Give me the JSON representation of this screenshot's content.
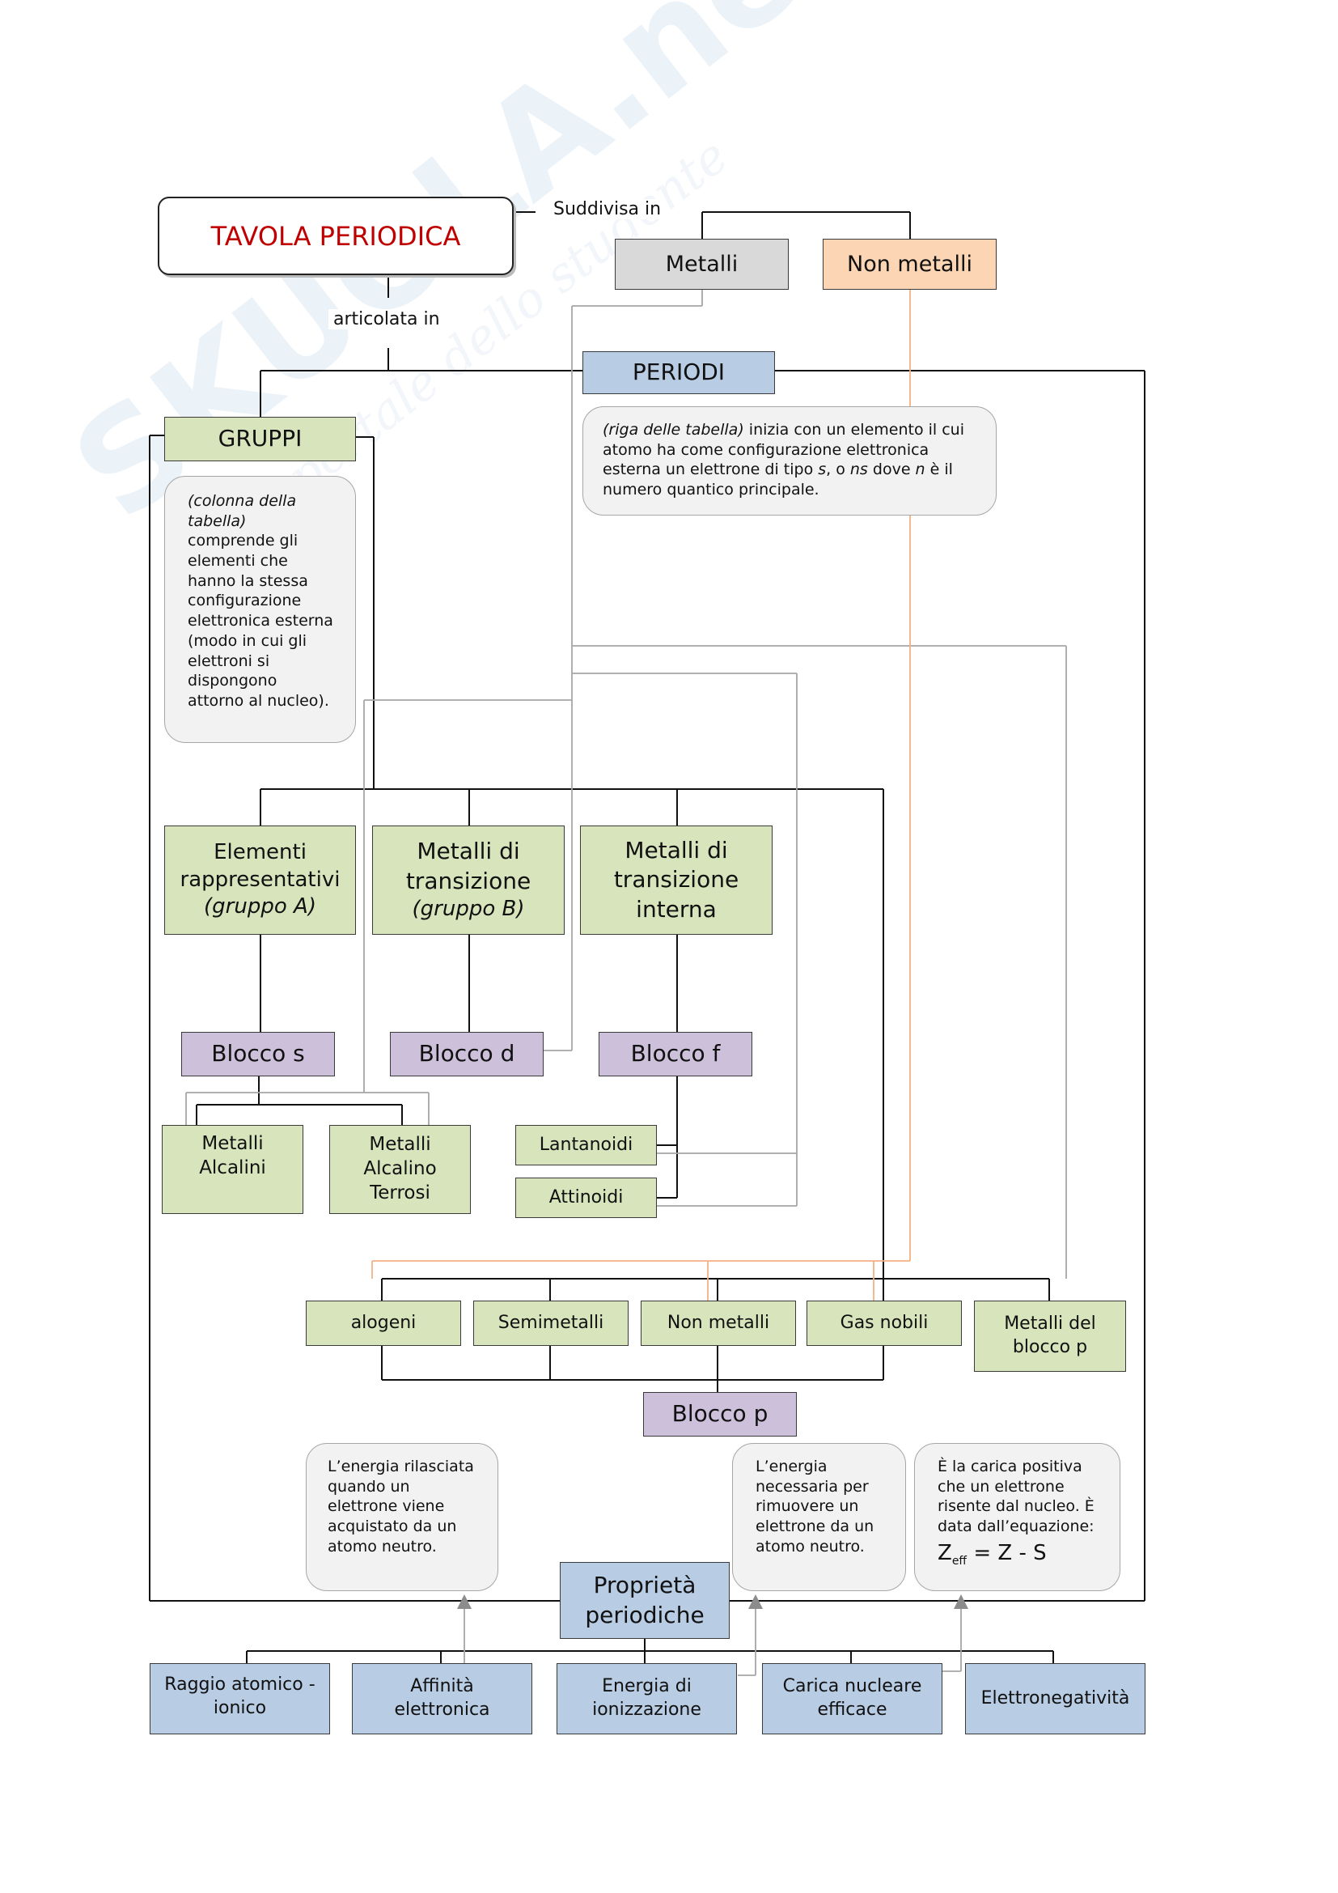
{
  "title": "TAVOLA PERIODICA",
  "links": {
    "suddivisa": "Suddivisa in",
    "articolata": "articolata in"
  },
  "top": {
    "metalli": "Metalli",
    "non_metalli": "Non metalli"
  },
  "periodi": {
    "label": "PERIODI",
    "note_italic": "(riga delle tabella)",
    "note_text1": " inizia con un elemento il cui atomo ha come configurazione elettronica esterna un elettrone di tipo ",
    "note_s": "s",
    "note_text2": ", o ",
    "note_ns": "ns",
    "note_text3": " dove ",
    "note_n": "n",
    "note_text4": " è il numero quantico principale."
  },
  "gruppi": {
    "label": "GRUPPI",
    "note_italic": "(colonna della tabella)",
    "note_text": "comprende gli elementi che hanno la stessa configurazione elettronica esterna (modo in cui gli elettroni si dispongono attorno al nucleo)."
  },
  "categories": {
    "rappresentativi": {
      "line1": "Elementi",
      "line2": "rappresentativi",
      "line3": "(gruppo A)"
    },
    "transizione": {
      "line1": "Metalli di",
      "line2": "transizione",
      "line3": "(gruppo B)"
    },
    "interna": {
      "line1": "Metalli di",
      "line2": "transizione",
      "line3": "interna"
    }
  },
  "blocks": {
    "s": "Blocco s",
    "d": "Blocco d",
    "f": "Blocco f",
    "p": "Blocco p"
  },
  "s_elements": {
    "alcalini": {
      "line1": "Metalli",
      "line2": "Alcalini"
    },
    "alcalino_terrosi": {
      "line1": "Metalli",
      "line2": "Alcalino",
      "line3": "Terrosi"
    }
  },
  "f_elements": {
    "lantanoidi": "Lantanoidi",
    "attinoidi": "Attinoidi"
  },
  "p_elements": {
    "alogeni": "alogeni",
    "semimetalli": "Semimetalli",
    "non_metalli": "Non metalli",
    "gas_nobili": "Gas nobili",
    "metalli_p": {
      "line1": "Metalli del",
      "line2": "blocco p"
    }
  },
  "notes_bottom": {
    "affinita": "L’energia rilasciata quando un elettrone viene acquistato da un atomo neutro.",
    "ionizzazione": "L’energia necessaria per rimuovere un elettrone da un atomo neutro.",
    "carica": "È la carica positiva che un elettrone risente dal nucleo. È data dall’equazione:",
    "equation_z": "Z",
    "equation_sub": "eff",
    "equation_rest": " = Z - S"
  },
  "proprieta": {
    "line1": "Proprietà",
    "line2": "periodiche"
  },
  "properties": {
    "raggio": {
      "line1": "Raggio atomico -",
      "line2": "ionico"
    },
    "affinita": {
      "line1": "Affinità",
      "line2": "elettronica"
    },
    "ionizzazione": {
      "line1": "Energia di",
      "line2": "ionizzazione"
    },
    "carica": {
      "line1": "Carica nucleare",
      "line2": "efficace"
    },
    "elettronegativita": "Elettronegatività"
  },
  "watermark": {
    "text1": "SKUOLA.net",
    "text2": "il portale dello studente"
  },
  "colors": {
    "green": "#d8e4bc",
    "purple": "#ccc0da",
    "blue": "#b8cce4",
    "grey": "#d9d9d9",
    "orange": "#fcd5b4",
    "title_red": "#c00000"
  }
}
